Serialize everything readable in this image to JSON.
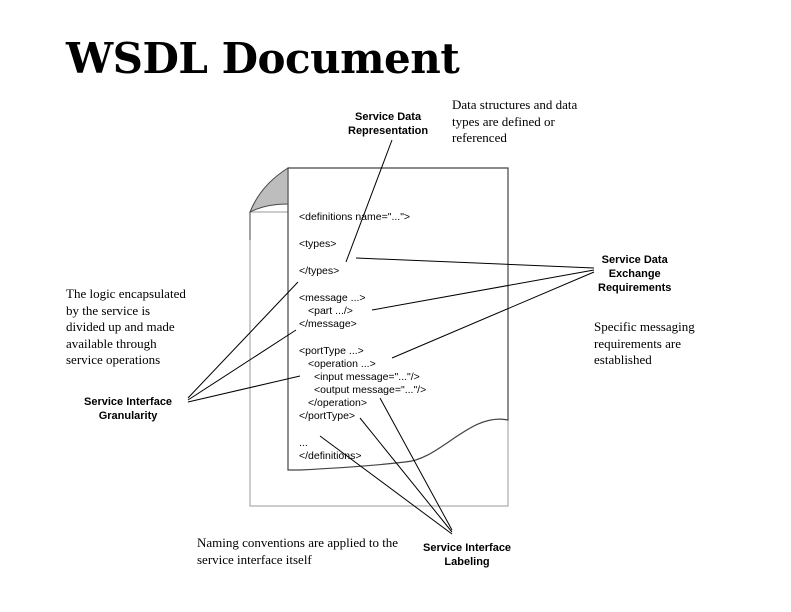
{
  "title": "WSDL Document",
  "notes": {
    "data_structures": [
      "Data structures and data",
      "types are defined or",
      "referenced"
    ],
    "logic_encapsulated": [
      "The logic encapsulated",
      "by the service is",
      "divided up and made",
      "available through",
      "service operations"
    ],
    "specific_messaging": [
      "Specific messaging",
      "requirements are",
      "established"
    ],
    "naming_conventions": [
      "Naming conventions are applied to the",
      "service interface itself"
    ]
  },
  "labels": {
    "service_data_representation": [
      "Service Data",
      "Representation"
    ],
    "service_data_exchange": [
      "Service Data",
      "Exchange",
      "Requirements"
    ],
    "service_interface_granularity": [
      "Service Interface",
      "Granularity"
    ],
    "service_interface_labeling": [
      "Service Interface",
      "Labeling"
    ]
  },
  "code_lines": {
    "definitions_open": "<definitions name=\"...\">",
    "types_open": "<types>",
    "types_close": "</types>",
    "message_open": "<message ...>",
    "part": "<part .../>",
    "message_close": "</message>",
    "porttype_open": "<portType ...>",
    "operation_open": "<operation ...>",
    "input": "<input message=\"...\"/>",
    "output": "<output message=\"...\"/>",
    "operation_close": "</operation>",
    "porttype_close": "</portType>",
    "ellipsis": "...",
    "definitions_close": "</definitions>"
  }
}
